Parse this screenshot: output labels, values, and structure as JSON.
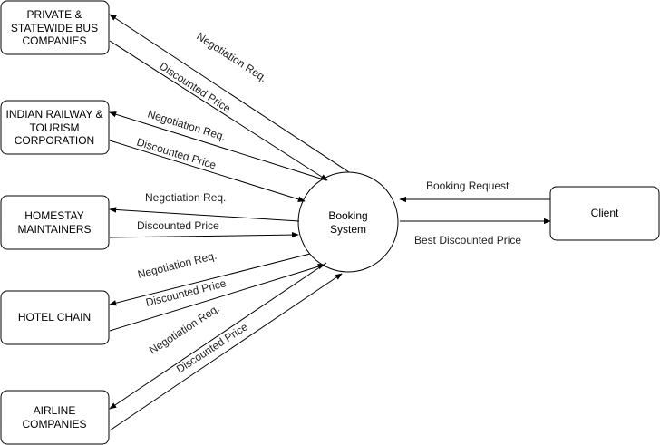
{
  "nodes": {
    "bus": {
      "lines": [
        "PRIVATE &",
        "STATEWIDE BUS",
        "COMPANIES"
      ]
    },
    "rail": {
      "lines": [
        "INDIAN RAILWAY &",
        "TOURISM",
        "CORPORATION"
      ]
    },
    "homestay": {
      "lines": [
        "HOMESTAY",
        "MAINTAINERS"
      ]
    },
    "hotel": {
      "lines": [
        "HOTEL CHAIN"
      ]
    },
    "airline": {
      "lines": [
        "AIRLINE",
        "COMPANIES"
      ]
    },
    "system": {
      "lines": [
        "Booking",
        "System"
      ]
    },
    "client": {
      "lines": [
        "Client"
      ]
    }
  },
  "edges": {
    "bus_neg": "Negotiation Req.",
    "bus_price": "Discounted Price",
    "rail_neg": "Negotiation Req.",
    "rail_price": "Discounted Price",
    "homestay_neg": "Negotiation Req.",
    "homestay_price": "Discounted Price",
    "hotel_neg": "Negotiation Req.",
    "hotel_price": "Discounted Price",
    "airline_neg": "Negotiation Req.",
    "airline_price": "Discounted Price",
    "client_req": "Booking Request",
    "client_price": "Best Discounted Price"
  }
}
